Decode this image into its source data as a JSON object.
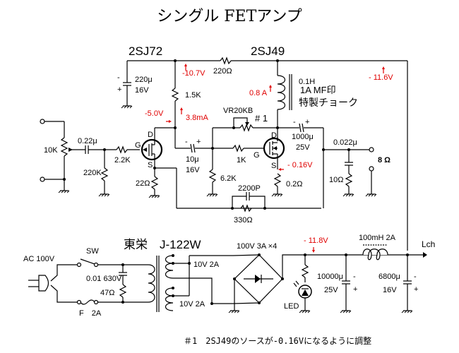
{
  "title": "シングル FETアンプ",
  "transistors": {
    "q1": {
      "part": "2SJ72",
      "pins": {
        "d": "D",
        "g": "G",
        "s": "S"
      }
    },
    "q2": {
      "part": "2SJ49",
      "pins": {
        "d": "D",
        "g": "G",
        "s": "S"
      }
    }
  },
  "components": {
    "r_220ohm_supply": "220Ω",
    "c_220u": "220μ",
    "c_220u_v": "16V",
    "c_220u_minus": "-",
    "c_220u_plus": "+",
    "r_1k5": "1.5K",
    "choke_l": "0.1H",
    "choke_i": "1A MF印",
    "choke_desc": "特製チョーク",
    "vr": "VR20KB",
    "vr_note_ref": "# 1",
    "vol": "10K",
    "c_in": "0.22μ",
    "r_220k": "220K",
    "r_gate1": "2.2K",
    "r_source1": "22Ω",
    "c_couple": "10μ",
    "c_couple_v": "16V",
    "c_couple_minus": "-",
    "c_couple_plus": "+",
    "r_gate2": "1K",
    "r_6k2": "6.2K",
    "c_out": "1000μ",
    "c_out_v": "25V",
    "c_out_minus": "-",
    "c_out_plus": "+",
    "r_source2": "0.2Ω",
    "c_zobel": "0.022μ",
    "r_zobel": "10Ω",
    "speaker": "8 Ω",
    "c_nfb": "2200P",
    "r_nfb": "330Ω"
  },
  "measurements": {
    "v_drain1_supply": "-10.7V",
    "v_drain1": "-5.0V",
    "i_drain1": "3.8mA",
    "i_drain2": "0.8 A",
    "v_supply": "- 11.6V",
    "v_source2": "- 0.16V",
    "v_rect": "- 11.8V"
  },
  "power_supply": {
    "transformer": "東栄　J-122W",
    "ac_in": "AC 100V",
    "switch": "SW",
    "fuse": "F　2A",
    "snubber_c": "0.01 630V",
    "snubber_r": "47Ω",
    "sec1": "10V 2A",
    "sec2": "10V 2A",
    "bridge": "100V 3A ×4",
    "led": "LED",
    "c1": "10000μ",
    "c1_v": "25V",
    "c1_minus": "-",
    "c1_plus": "+",
    "choke": "100mH 2A",
    "c2": "6800μ",
    "c2_v": "16V",
    "c2_minus": "-",
    "c2_plus": "+",
    "channel": "Lch"
  },
  "footnote": "＃1　2SJ49のソースが-0.16Vになるように調整"
}
